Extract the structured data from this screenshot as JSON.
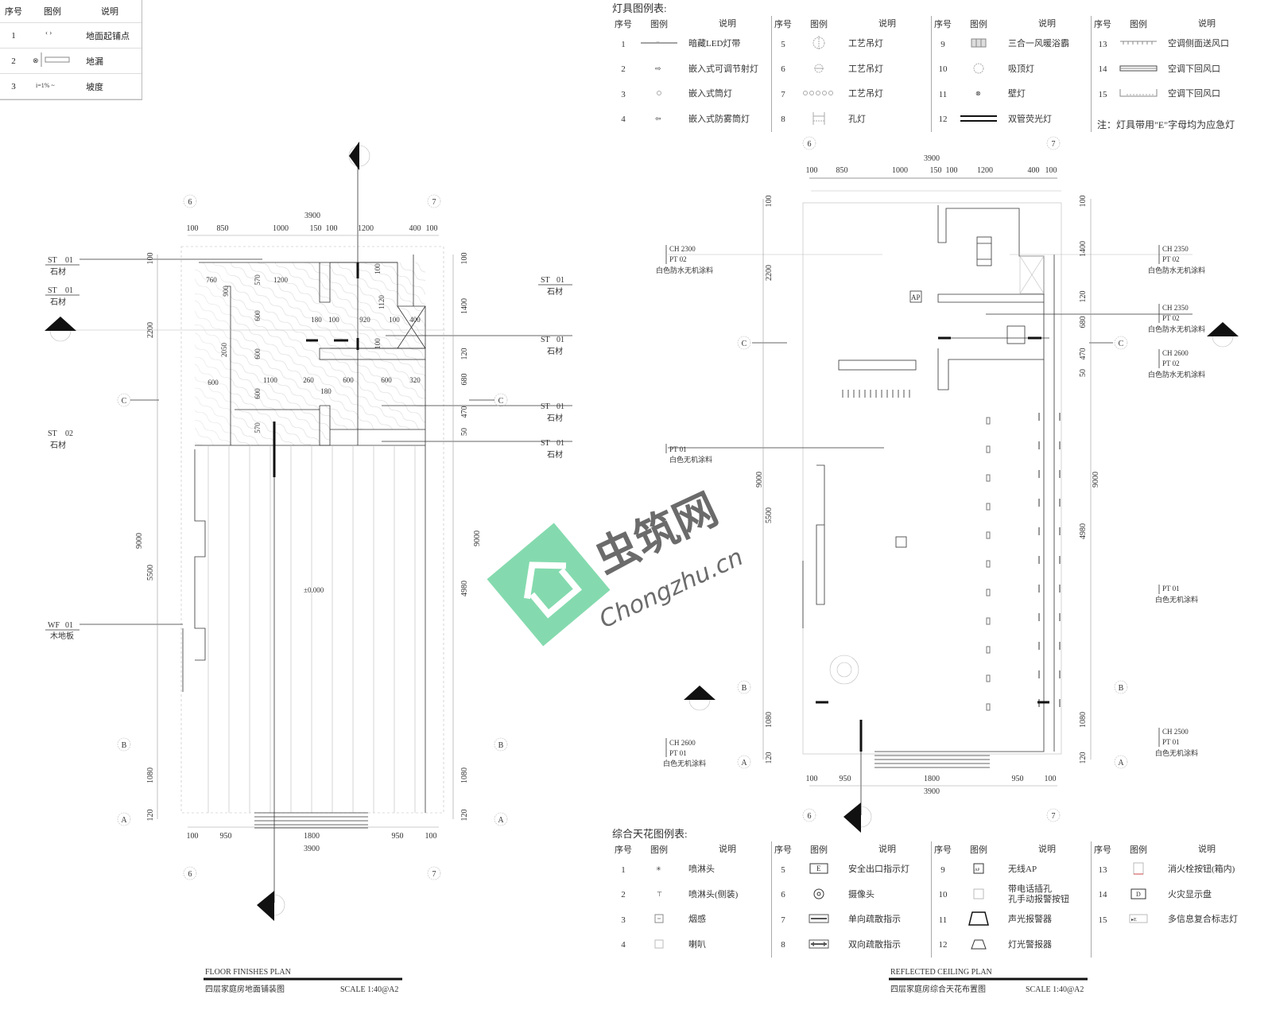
{
  "floor_legend": {
    "headers": [
      "序号",
      "图例",
      "说明"
    ],
    "rows": [
      {
        "no": "1",
        "icon": "start-point-icon",
        "desc": "地面起铺点"
      },
      {
        "no": "2",
        "icon": "floor-drain-icon",
        "desc": "地漏"
      },
      {
        "no": "3",
        "icon": "slope-icon",
        "desc": "坡度"
      }
    ]
  },
  "lighting_legend": {
    "title": "灯具图例表:",
    "headers": [
      "序号",
      "图例",
      "说明"
    ],
    "rows": [
      {
        "no": "1",
        "icon": "led-strip-icon",
        "desc": "暗藏LED灯带"
      },
      {
        "no": "2",
        "icon": "spotlight-icon",
        "desc": "嵌入式可调节射灯"
      },
      {
        "no": "3",
        "icon": "downlight-icon",
        "desc": "嵌入式筒灯"
      },
      {
        "no": "4",
        "icon": "fog-downlight-icon",
        "desc": "嵌入式防雾筒灯"
      },
      {
        "no": "5",
        "icon": "pendant-large-icon",
        "desc": "工艺吊灯"
      },
      {
        "no": "6",
        "icon": "pendant-small-icon",
        "desc": "工艺吊灯"
      },
      {
        "no": "7",
        "icon": "pendant-row-icon",
        "desc": "工艺吊灯"
      },
      {
        "no": "8",
        "icon": "hole-light-icon",
        "desc": "孔灯"
      },
      {
        "no": "9",
        "icon": "bath-heater-icon",
        "desc": "三合一风暖浴霸"
      },
      {
        "no": "10",
        "icon": "ceiling-light-icon",
        "desc": "吸顶灯"
      },
      {
        "no": "11",
        "icon": "wall-lamp-icon",
        "desc": "壁灯"
      },
      {
        "no": "12",
        "icon": "fluorescent-icon",
        "desc": "双管荧光灯"
      },
      {
        "no": "13",
        "icon": "side-vent-icon",
        "desc": "空调侧面送风口"
      },
      {
        "no": "14",
        "icon": "return-vent-icon",
        "desc": "空调下回风口"
      },
      {
        "no": "15",
        "icon": "return-vent-2-icon",
        "desc": "空调下回风口"
      }
    ],
    "note": "注：灯具带用\"E\"字母均为应急灯"
  },
  "ceiling_legend": {
    "title": "综合天花图例表:",
    "headers": [
      "序号",
      "图例",
      "说明"
    ],
    "rows": [
      {
        "no": "1",
        "icon": "sprinkler-icon",
        "desc": "喷淋头"
      },
      {
        "no": "2",
        "icon": "side-sprinkler-icon",
        "desc": "喷淋头(侧装)"
      },
      {
        "no": "3",
        "icon": "smoke-detector-icon",
        "desc": "烟感"
      },
      {
        "no": "4",
        "icon": "speaker-icon",
        "desc": "喇叭"
      },
      {
        "no": "5",
        "icon": "exit-sign-icon",
        "desc": "安全出口指示灯"
      },
      {
        "no": "6",
        "icon": "camera-icon",
        "desc": "摄像头"
      },
      {
        "no": "7",
        "icon": "one-way-arrow-icon",
        "desc": "单向疏散指示"
      },
      {
        "no": "8",
        "icon": "two-way-arrow-icon",
        "desc": "双向疏散指示"
      },
      {
        "no": "9",
        "icon": "wifi-ap-icon",
        "desc": "无线AP"
      },
      {
        "no": "10",
        "icon": "alarm-button-icon",
        "desc": "带电话插孔\n孔手动报警按钮"
      },
      {
        "no": "11",
        "icon": "sound-light-alarm-icon",
        "desc": "声光报警器"
      },
      {
        "no": "12",
        "icon": "light-alarm-icon",
        "desc": "灯光警报器"
      },
      {
        "no": "13",
        "icon": "hydrant-button-icon",
        "desc": "消火栓按钮(箱内)"
      },
      {
        "no": "14",
        "icon": "fire-display-icon",
        "desc": "火灾显示盘"
      },
      {
        "no": "15",
        "icon": "multi-sign-icon",
        "desc": "多信息复合标志灯"
      }
    ]
  },
  "floor_plan": {
    "title_en": "FLOOR FINISHES PLAN",
    "title_cn": "四层家庭房地面铺装图",
    "scale": "SCALE  1:40@A2",
    "grid": {
      "g6": "6",
      "g7": "7",
      "A": "A",
      "B": "B",
      "C": "C"
    },
    "dims_top": [
      "100",
      "850",
      "1000",
      "150",
      "100",
      "1200",
      "400",
      "100"
    ],
    "dims_top_total": "3900",
    "dims_bottom": [
      "100",
      "950",
      "1800",
      "950",
      "100"
    ],
    "dims_bottom_total": "3900",
    "dims_left": [
      "100",
      "2200",
      "5500",
      "1080",
      "120"
    ],
    "dims_left_total": "9000",
    "dims_right": [
      "100",
      "1400",
      "120",
      "680",
      "470",
      "50",
      "4980",
      "1080",
      "120"
    ],
    "dims_right_total": "9000",
    "dims_inner": [
      "760",
      "900",
      "570",
      "1200",
      "600",
      "600",
      "2050",
      "600",
      "1100",
      "260",
      "180",
      "600",
      "600",
      "320",
      "600",
      "570",
      "180",
      "100",
      "920",
      "100",
      "400",
      "100",
      "1120",
      "100"
    ],
    "tags": [
      {
        "code": "ST",
        "num": "01",
        "mat": "石材"
      },
      {
        "code": "ST",
        "num": "01",
        "mat": "石材"
      },
      {
        "code": "ST",
        "num": "02",
        "mat": "石材"
      },
      {
        "code": "WF",
        "num": "01",
        "mat": "木地板"
      },
      {
        "code": "ST",
        "num": "01",
        "mat": "石材"
      },
      {
        "code": "ST",
        "num": "01",
        "mat": "石材"
      },
      {
        "code": "ST",
        "num": "01",
        "mat": "石材"
      },
      {
        "code": "ST",
        "num": "01",
        "mat": "石材"
      }
    ],
    "level": "±0.000"
  },
  "ceiling_plan": {
    "title_en": "REFLECTED CEILING PLAN",
    "title_cn": "四层家庭房综合天花布置图",
    "scale": "SCALE  1:40@A2",
    "grid": {
      "g6": "6",
      "g7": "7",
      "A": "A",
      "B": "B",
      "C": "C"
    },
    "dims_top": [
      "100",
      "850",
      "1000",
      "150",
      "100",
      "1200",
      "400",
      "100"
    ],
    "dims_top_total": "3900",
    "dims_bottom": [
      "100",
      "950",
      "1800",
      "950",
      "100"
    ],
    "dims_bottom_total": "3900",
    "dims_left": [
      "100",
      "2200",
      "5500",
      "1080",
      "120"
    ],
    "dims_left_total": "9000",
    "dims_right": [
      "100",
      "1400",
      "120",
      "680",
      "470",
      "50",
      "4980",
      "1080",
      "120"
    ],
    "dims_right_total": "9000",
    "ap_label": "AP",
    "tags": [
      {
        "ch": "CH  2300",
        "pt": "PT  02",
        "mat": "白色防水无机涂料"
      },
      {
        "ch": "",
        "pt": "PT  01",
        "mat": "白色无机涂料"
      },
      {
        "ch": "CH  2600",
        "pt": "PT  01",
        "mat": "白色无机涂料"
      },
      {
        "ch": "CH  2350",
        "pt": "PT  02",
        "mat": "白色防水无机涂料"
      },
      {
        "ch": "CH  2350",
        "pt": "PT  02",
        "mat": "白色防水无机涂料"
      },
      {
        "ch": "CH  2600",
        "pt": "PT  02",
        "mat": "白色防水无机涂料"
      },
      {
        "ch": "",
        "pt": "PT  01",
        "mat": "白色无机涂料"
      },
      {
        "ch": "CH  2500",
        "pt": "PT  01",
        "mat": "白色无机涂料"
      }
    ]
  },
  "watermark": {
    "cn": "虫筑网",
    "en": "Chongzhu.cn",
    "green": "#5fcf95"
  }
}
